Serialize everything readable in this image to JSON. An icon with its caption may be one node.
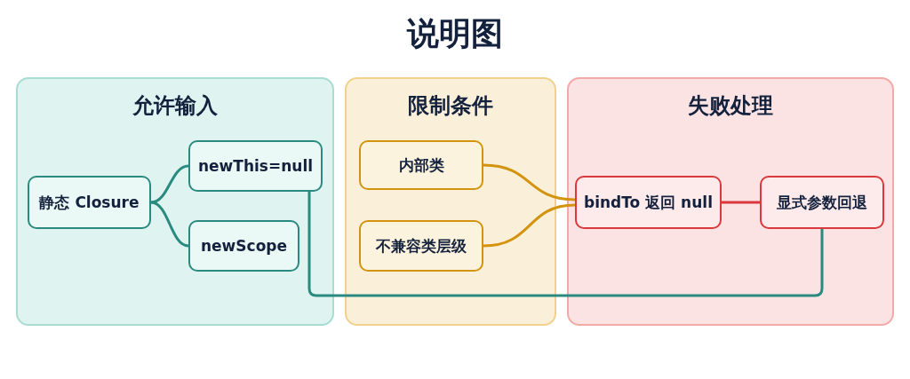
{
  "diagram": {
    "title": "说明图",
    "nodes": [
      {
        "text": [
          "允许输入"
        ]
      },
      {
        "text": [
          "静态 Closure"
        ],
        "in": 0
      },
      {
        "text": [
          "newThis=null"
        ],
        "in": 0
      },
      {
        "text": [
          "newScope"
        ],
        "in": 0
      },
      {
        "text": [
          "限制条件"
        ]
      },
      {
        "text": [
          "内部类"
        ],
        "in": 4
      },
      {
        "text": [
          "不兼容类层级"
        ],
        "in": 4
      },
      {
        "text": [
          "失败处理"
        ]
      },
      {
        "text": [
          "bindTo 返回 null"
        ],
        "in": 7
      },
      {
        "text": [
          "显式参数回退"
        ],
        "in": 7
      }
    ],
    "edges": [
      {
        "from": 1,
        "to": 2,
        "arrow": "none"
      },
      {
        "from": 1,
        "to": 3,
        "arrow": "none"
      },
      {
        "from": 5,
        "to": 8,
        "arrow": "none",
        "color": "#d4930f"
      },
      {
        "from": 6,
        "to": 8,
        "arrow": "none",
        "color": "#d4930f"
      },
      {
        "from": 8,
        "to": 9,
        "arrow": "none",
        "color": "#d9383c"
      },
      {
        "from": 2,
        "to": 9,
        "arrow": "none"
      }
    ]
  }
}
